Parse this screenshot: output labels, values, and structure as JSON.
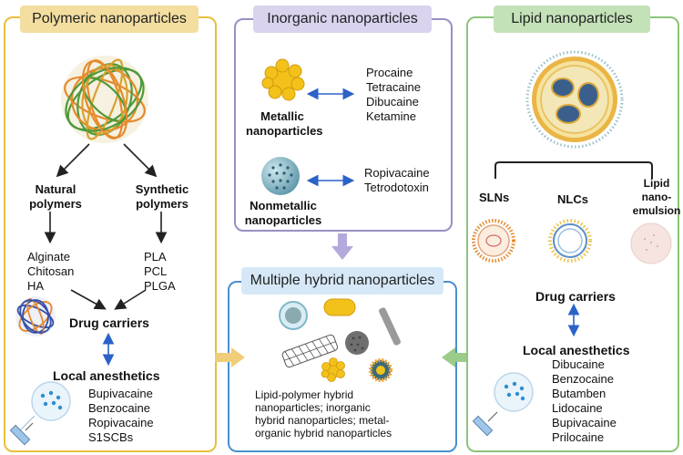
{
  "polymeric": {
    "title": "Polymeric nanoparticles",
    "natural_label_1": "Natural",
    "natural_label_2": "polymers",
    "synthetic_label_1": "Synthetic",
    "synthetic_label_2": "polymers",
    "natural_items": [
      "Alginate",
      "Chitosan",
      "HA"
    ],
    "synthetic_items": [
      "PLA",
      "PCL",
      "PLGA"
    ],
    "drug_carriers": "Drug carriers",
    "local_anesthetics": "Local anesthetics",
    "anesthetics": [
      "Bupivacaine",
      "Benzocaine",
      "Ropivacaine",
      "S1SCBs"
    ]
  },
  "inorganic": {
    "title": "Inorganic nanoparticles",
    "metallic_label_1": "Metallic",
    "metallic_label_2": "nanoparticles",
    "metallic_drugs": [
      "Procaine",
      "Tetracaine",
      "Dibucaine",
      "Ketamine"
    ],
    "nonmetallic_label_1": "Nonmetallic",
    "nonmetallic_label_2": "nanoparticles",
    "nonmetallic_drugs": [
      "Ropivacaine",
      "Tetrodotoxin"
    ]
  },
  "hybrid": {
    "title": "Multiple hybrid nanoparticles",
    "description": [
      "Lipid-polymer hybrid",
      "nanoparticles; inorganic",
      "hybrid nanoparticles; metal-",
      "organic hybrid nanoparticles"
    ]
  },
  "lipid": {
    "title": "Lipid nanoparticles",
    "sln": "SLNs",
    "nlc": "NLCs",
    "emulsion": [
      "Lipid",
      "nano-",
      "emulsion"
    ],
    "drug_carriers": "Drug carriers",
    "local_anesthetics": "Local anesthetics",
    "anesthetics": [
      "Dibucaine",
      "Benzocaine",
      "Butamben",
      "Lidocaine",
      "Bupivacaine",
      "Prilocaine"
    ]
  },
  "colors": {
    "polymeric_border": "#e7c03a",
    "polymeric_header": "#f3dea0",
    "inorganic_border": "#9b8fc4",
    "inorganic_header": "#d9d3ee",
    "hybrid_border": "#4a8fcf",
    "hybrid_header": "#d6e8f7",
    "lipid_border": "#8cc47a",
    "lipid_header": "#c4e2b8",
    "blue_arrow": "#2b62c8"
  }
}
